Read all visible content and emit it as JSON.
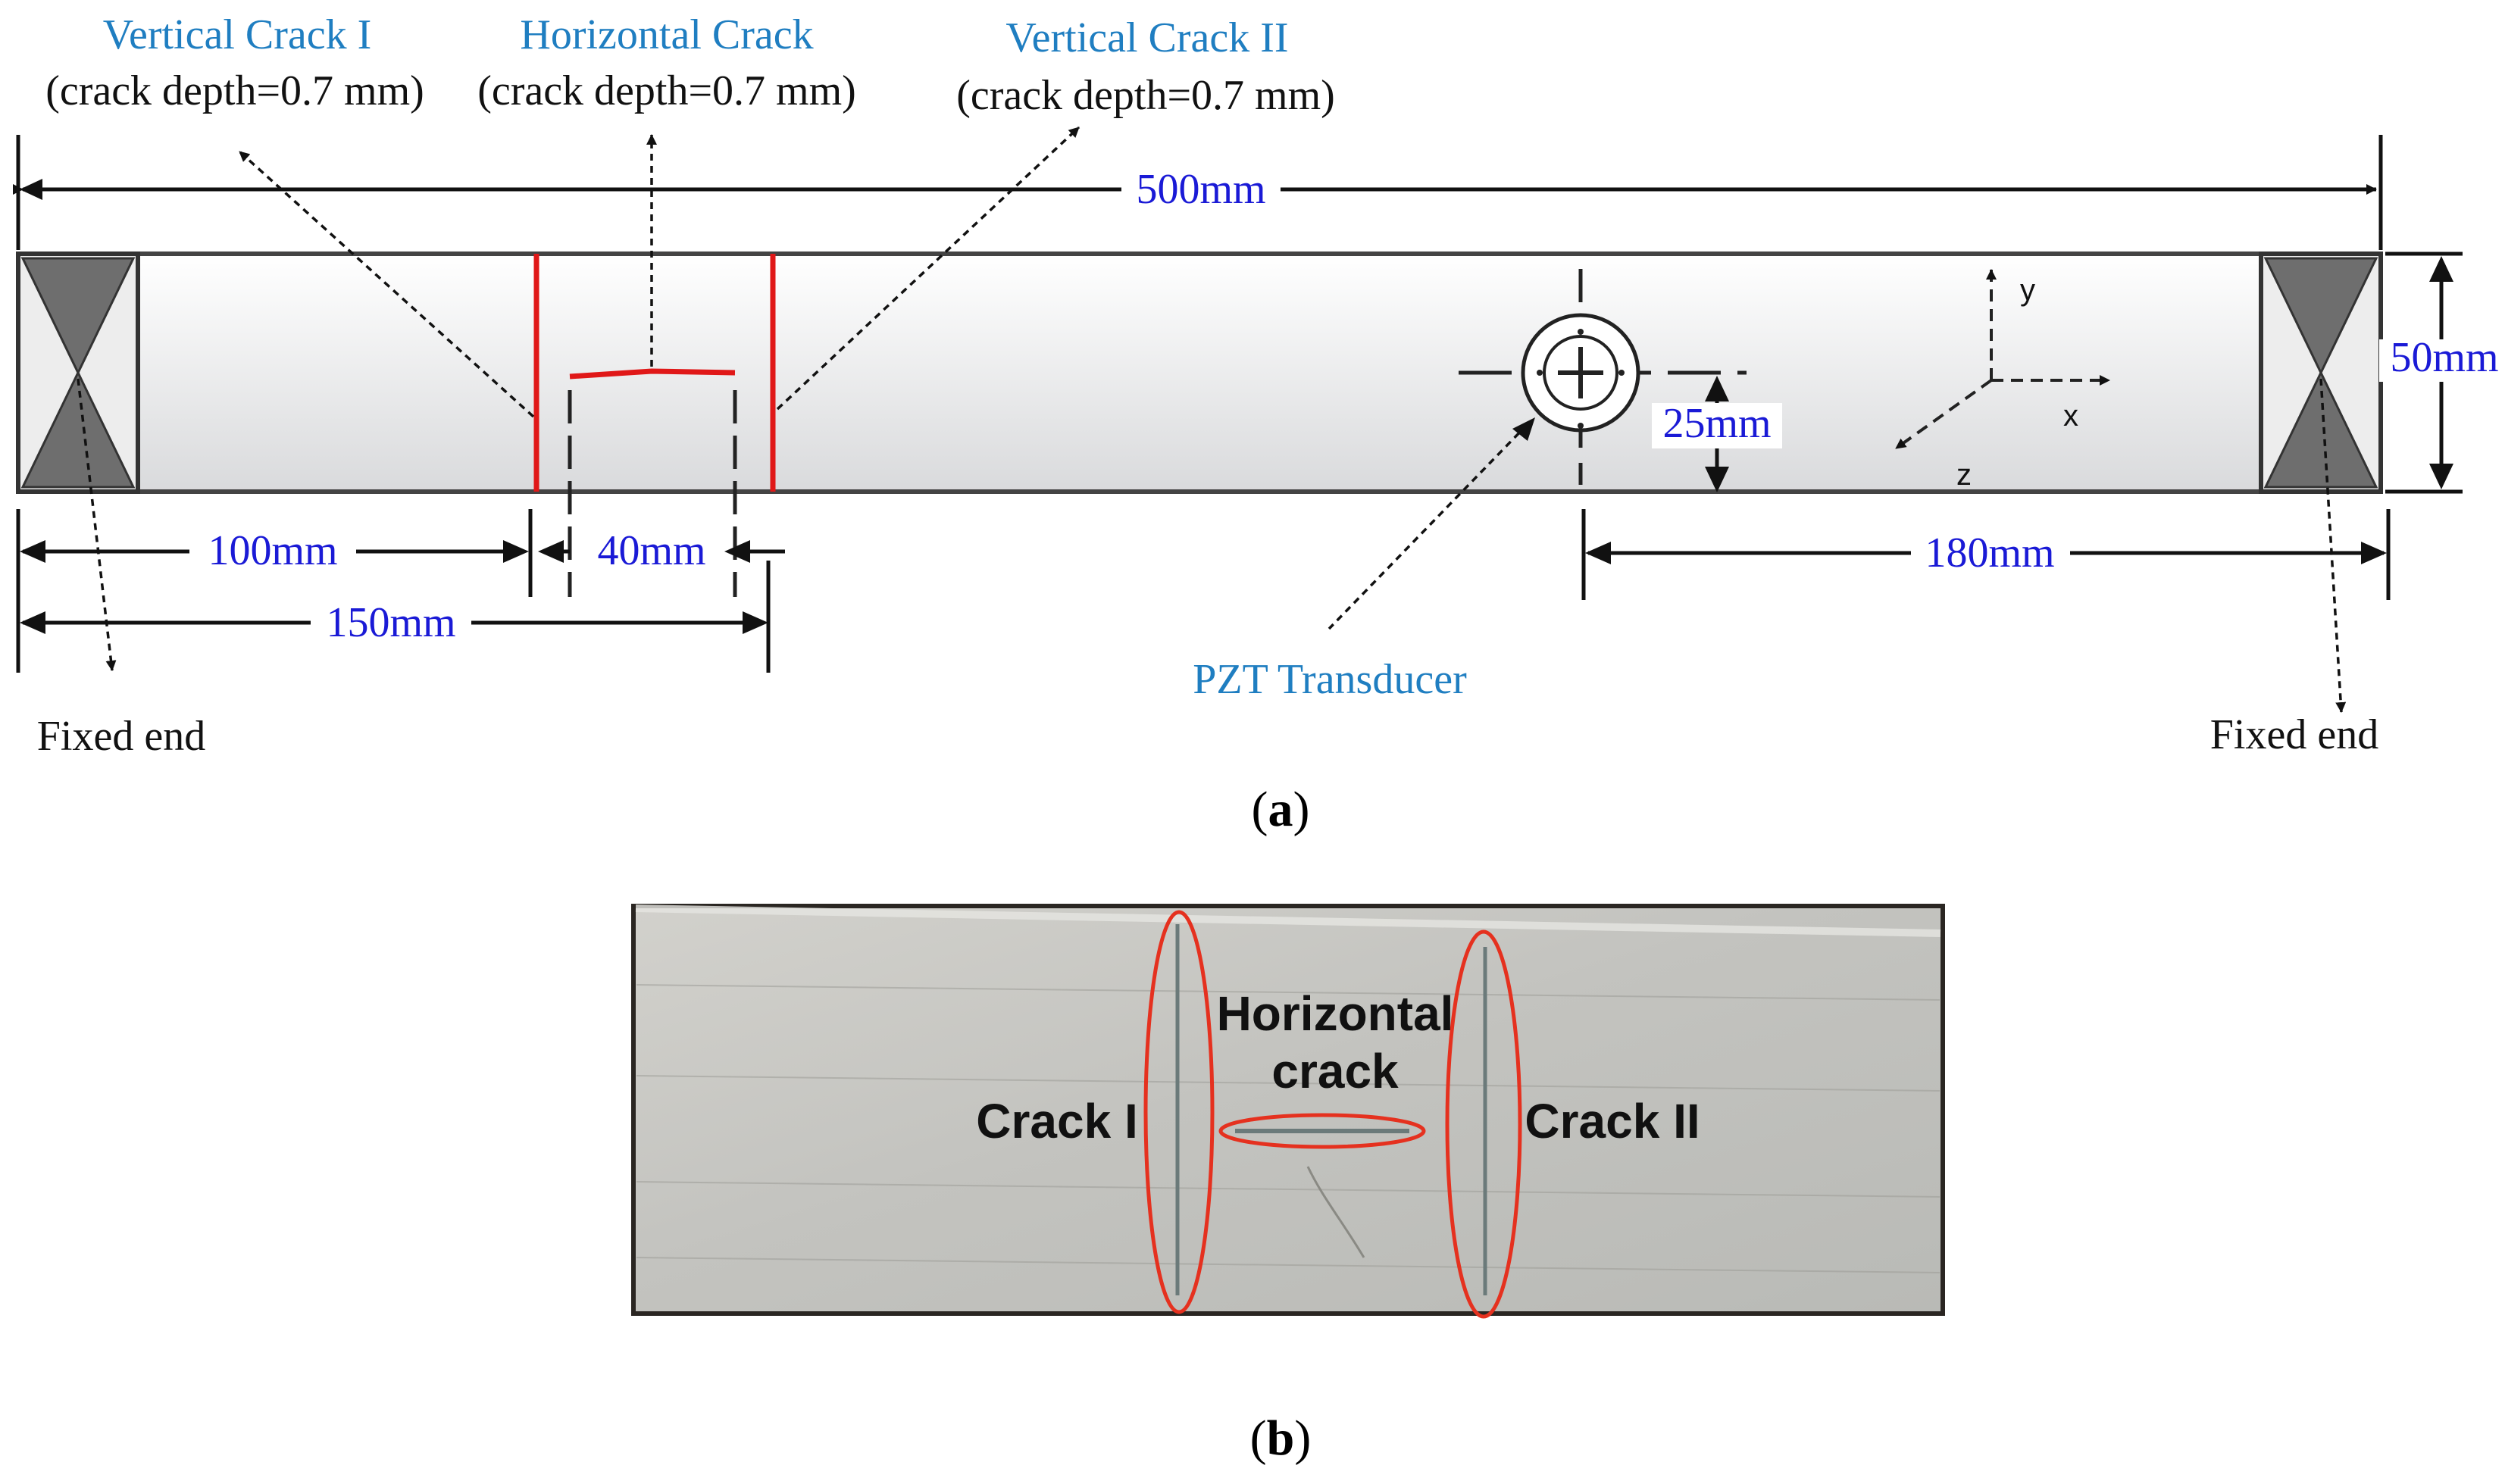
{
  "labels": {
    "vertical_crack_1": "Vertical Crack I",
    "horizontal_crack": "Horizontal Crack",
    "vertical_crack_2": "Vertical Crack II",
    "crack_depth_1": "(crack depth=0.7 mm)",
    "crack_depth_h": "(crack depth=0.7 mm)",
    "crack_depth_2": "(crack depth=0.7 mm)",
    "pzt": "PZT Transducer",
    "fixed_end_left": "Fixed end",
    "fixed_end_right": "Fixed end"
  },
  "dimensions": {
    "length": "500mm",
    "width": "50mm",
    "pzt_offset_y": "25mm",
    "crack1_position": "100mm",
    "crack_spacing": "40mm",
    "crack2_position": "150mm",
    "pzt_from_right": "180mm"
  },
  "axes": {
    "y": "y",
    "x": "x",
    "z": "z"
  },
  "panels": {
    "a": "a",
    "b": "b"
  },
  "photo": {
    "horizontal_crack_line1": "Horizontal",
    "horizontal_crack_line2": "crack",
    "crack_1": "Crack I",
    "crack_2": "Crack II"
  },
  "colors": {
    "crack_red": "#e01818",
    "label_blue": "#1f7ec1",
    "dimension_blue": "#1a1ad6",
    "support_gray": "#6e6e6e"
  }
}
